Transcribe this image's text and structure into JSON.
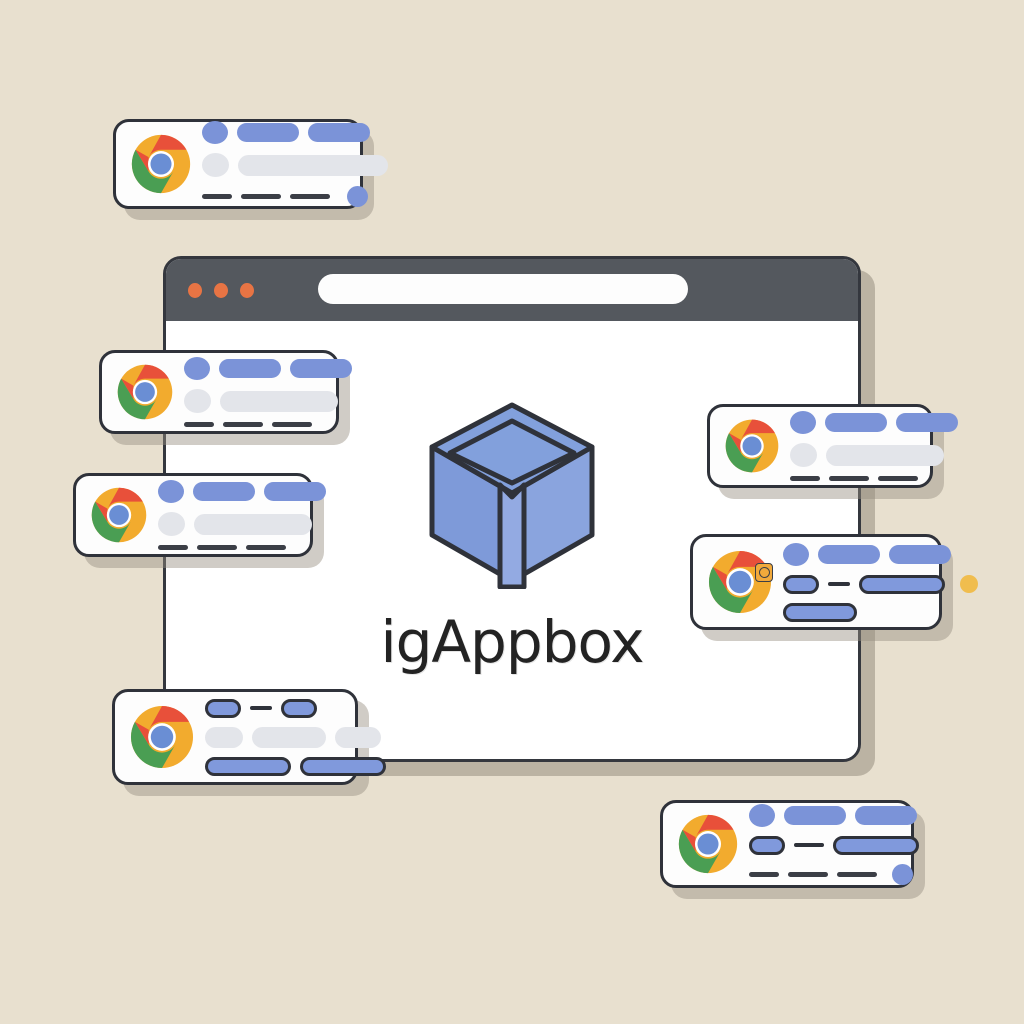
{
  "page": {
    "background_color": "#e8e0cf",
    "title": "igAppbox"
  },
  "browser_window": {
    "name": "browser-window",
    "titlebar_color": "#54585e",
    "traffic_lights": [
      {
        "label": "close",
        "color": "#e87444"
      },
      {
        "label": "minimize",
        "color": "#e87444"
      },
      {
        "label": "maximize",
        "color": "#e87444"
      }
    ],
    "address_bar": {
      "value": "",
      "placeholder": ""
    },
    "content": {
      "logo_icon": "cube-icon",
      "logo_color": "#7e9ad9",
      "app_title": "igAppbox"
    }
  },
  "palette": {
    "accent_blue": "#7b93d8",
    "outline_dark": "#2f323a",
    "grey_pill": "#e3e5ea",
    "amber": "#f0bd4e",
    "chrome_red": "#e8503a",
    "chrome_green": "#4a9e53",
    "chrome_yellow": "#f2ab2e",
    "chrome_blue": "#6a8ed4",
    "shadow": "#968e80"
  },
  "extension_cards": [
    {
      "id": "card-1",
      "name": "extension-card-top-left",
      "icon": "chrome-icon",
      "has_badge": false,
      "rows": [
        {
          "type": "pills",
          "items": [
            "circle",
            "pill-medium",
            "pill-medium"
          ]
        },
        {
          "type": "grey",
          "items": [
            "circle",
            "bar-xlarge"
          ]
        },
        {
          "type": "dashes",
          "items": [
            "dash-short",
            "dash-medium",
            "dash-medium"
          ],
          "trailing": "blue-dot"
        }
      ]
    },
    {
      "id": "card-2",
      "name": "extension-card-left-upper",
      "icon": "chrome-icon",
      "has_badge": false,
      "rows": [
        {
          "type": "pills",
          "items": [
            "circle",
            "pill-medium",
            "pill-medium"
          ]
        },
        {
          "type": "grey",
          "items": [
            "circle",
            "bar-large"
          ]
        },
        {
          "type": "dashes",
          "items": [
            "dash-short",
            "dash-medium",
            "dash-medium"
          ]
        }
      ]
    },
    {
      "id": "card-3",
      "name": "extension-card-left-lower",
      "icon": "chrome-icon",
      "has_badge": false,
      "rows": [
        {
          "type": "pills",
          "items": [
            "circle",
            "pill-medium",
            "pill-medium"
          ]
        },
        {
          "type": "grey",
          "items": [
            "circle",
            "bar-large"
          ]
        },
        {
          "type": "dashes",
          "items": [
            "dash-short",
            "dash-medium",
            "dash-medium"
          ]
        }
      ]
    },
    {
      "id": "card-4",
      "name": "extension-card-right-upper",
      "icon": "chrome-icon",
      "has_badge": false,
      "rows": [
        {
          "type": "pills",
          "items": [
            "circle",
            "pill-medium",
            "pill-medium"
          ]
        },
        {
          "type": "grey",
          "items": [
            "circle",
            "bar-large"
          ]
        },
        {
          "type": "dashes",
          "items": [
            "dash-short",
            "dash-medium",
            "dash-medium"
          ]
        }
      ]
    },
    {
      "id": "card-5",
      "name": "extension-card-right-middle",
      "icon": "chrome-icon",
      "has_badge": true,
      "badge_icon": "extension-badge-icon",
      "rows": [
        {
          "type": "pills",
          "items": [
            "circle",
            "pill-medium",
            "pill-medium"
          ]
        },
        {
          "type": "flow",
          "items": [
            "outlined-small",
            "connector",
            "outlined-large"
          ],
          "trailing": "amber-dot"
        },
        {
          "type": "flow",
          "items": [
            "outlined-medium"
          ]
        }
      ]
    },
    {
      "id": "card-6",
      "name": "extension-card-bottom-left",
      "icon": "chrome-icon",
      "has_badge": false,
      "rows": [
        {
          "type": "flow",
          "items": [
            "outlined-small",
            "connector",
            "outlined-small"
          ]
        },
        {
          "type": "grey",
          "items": [
            "bar-small",
            "bar-medium",
            "bar-small"
          ]
        },
        {
          "type": "flow",
          "items": [
            "outlined-large",
            "outlined-large"
          ]
        }
      ]
    },
    {
      "id": "card-7",
      "name": "extension-card-bottom-right",
      "icon": "chrome-icon",
      "has_badge": false,
      "rows": [
        {
          "type": "pills",
          "items": [
            "circle",
            "pill-medium",
            "pill-medium"
          ]
        },
        {
          "type": "flow",
          "items": [
            "outlined-small",
            "connector",
            "outlined-large"
          ]
        },
        {
          "type": "dashes",
          "items": [
            "dash-short",
            "dash-medium",
            "dash-medium"
          ],
          "trailing": "blue-dot"
        }
      ]
    }
  ]
}
